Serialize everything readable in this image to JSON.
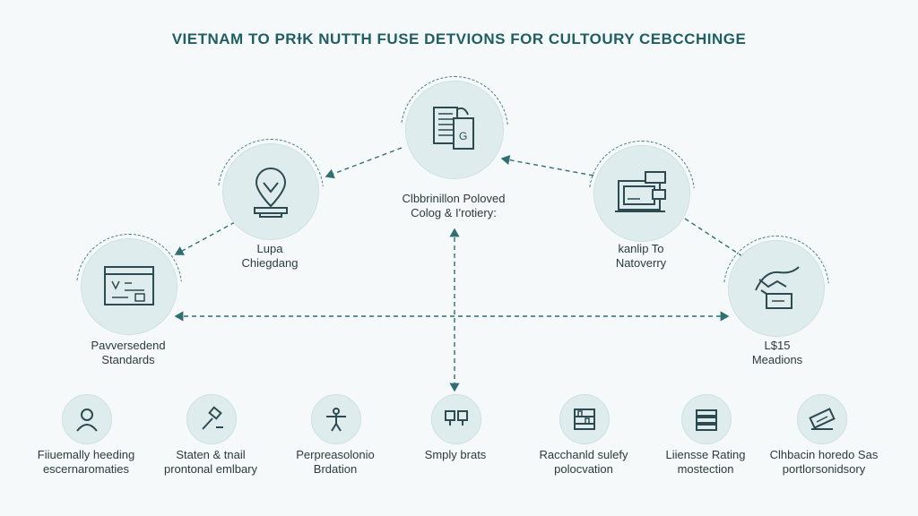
{
  "title": "VIETNAM TO PRɫK NUTTH FUSE DETVIONS FOR CULTOURY CEBCCHINGE",
  "nodes": {
    "center": {
      "line1": "Clbbrinillon Poloved",
      "line2": "Colog & I'rotiery:",
      "icon": "building-document-icon"
    },
    "left_upper": {
      "line1": "Lupa",
      "line2": "Chiegdang",
      "icon": "location-pin-icon"
    },
    "left_lower": {
      "line1": "Pavversedend",
      "line2": "Standards",
      "icon": "browser-window-icon"
    },
    "right_upper": {
      "line1": "kanlip To",
      "line2": "Natoverry",
      "icon": "laptop-chat-icon"
    },
    "right_lower": {
      "line1": "L$15",
      "line2": "Meadions",
      "icon": "map-folder-icon"
    }
  },
  "bottom": [
    {
      "line1": "Fiiuemally heeding",
      "line2": "escernaromaties",
      "icon": "person-icon"
    },
    {
      "line1": "Staten & tnail",
      "line2": "prontonal emlbary",
      "icon": "gavel-icon"
    },
    {
      "line1": "Perpreasolonio",
      "line2": "Brdation",
      "icon": "figure-icon"
    },
    {
      "line1": "Smply brats",
      "line2": "",
      "icon": "monitor-icon"
    },
    {
      "line1": "Racchanld sulefy",
      "line2": "polocvation",
      "icon": "shelf-icon"
    },
    {
      "line1": "Liiensse Rating",
      "line2": "mostection",
      "icon": "list-icon"
    },
    {
      "line1": "Clhbacin horedo Sas",
      "line2": "portlorsonidsory",
      "icon": "ticket-icon"
    }
  ],
  "colors": {
    "accent": "#1f5e63",
    "node_fill": "#dfecee",
    "line": "#2f6e73"
  }
}
